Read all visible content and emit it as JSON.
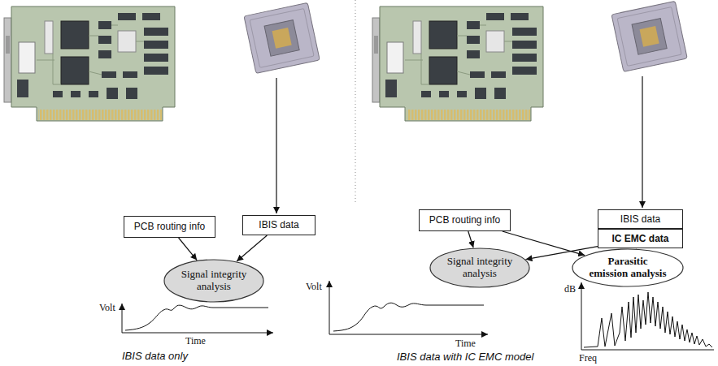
{
  "diagram": {
    "nodes": [
      {
        "text": [
          "PCB routing info"
        ]
      },
      {
        "text": [
          "IBIS data"
        ]
      },
      {
        "text": [
          "Signal integrity analysis"
        ]
      },
      {
        "text": [
          "PCB routing info"
        ]
      },
      {
        "text": [
          "IBIS data"
        ]
      },
      {
        "text": [
          "IC EMC data"
        ]
      },
      {
        "text": [
          "Signal integrity analysis"
        ]
      },
      {
        "text": [
          "Parasitic emission analysis"
        ]
      }
    ],
    "edges": [
      {
        "from": 0,
        "to": 2,
        "arrow": "to"
      },
      {
        "from": 1,
        "to": 2,
        "arrow": "to"
      },
      {
        "from": 3,
        "to": 6,
        "arrow": "to"
      },
      {
        "from": 3,
        "to": 7,
        "arrow": "to"
      },
      {
        "from": 5,
        "to": 6,
        "arrow": "to"
      },
      {
        "from": 5,
        "to": 7,
        "arrow": "to"
      }
    ],
    "labels": [
      "Volt",
      "Time",
      "IBIS data only",
      "Volt",
      "Time",
      "dB",
      "Freq",
      "IBIS data with IC EMC model"
    ]
  }
}
